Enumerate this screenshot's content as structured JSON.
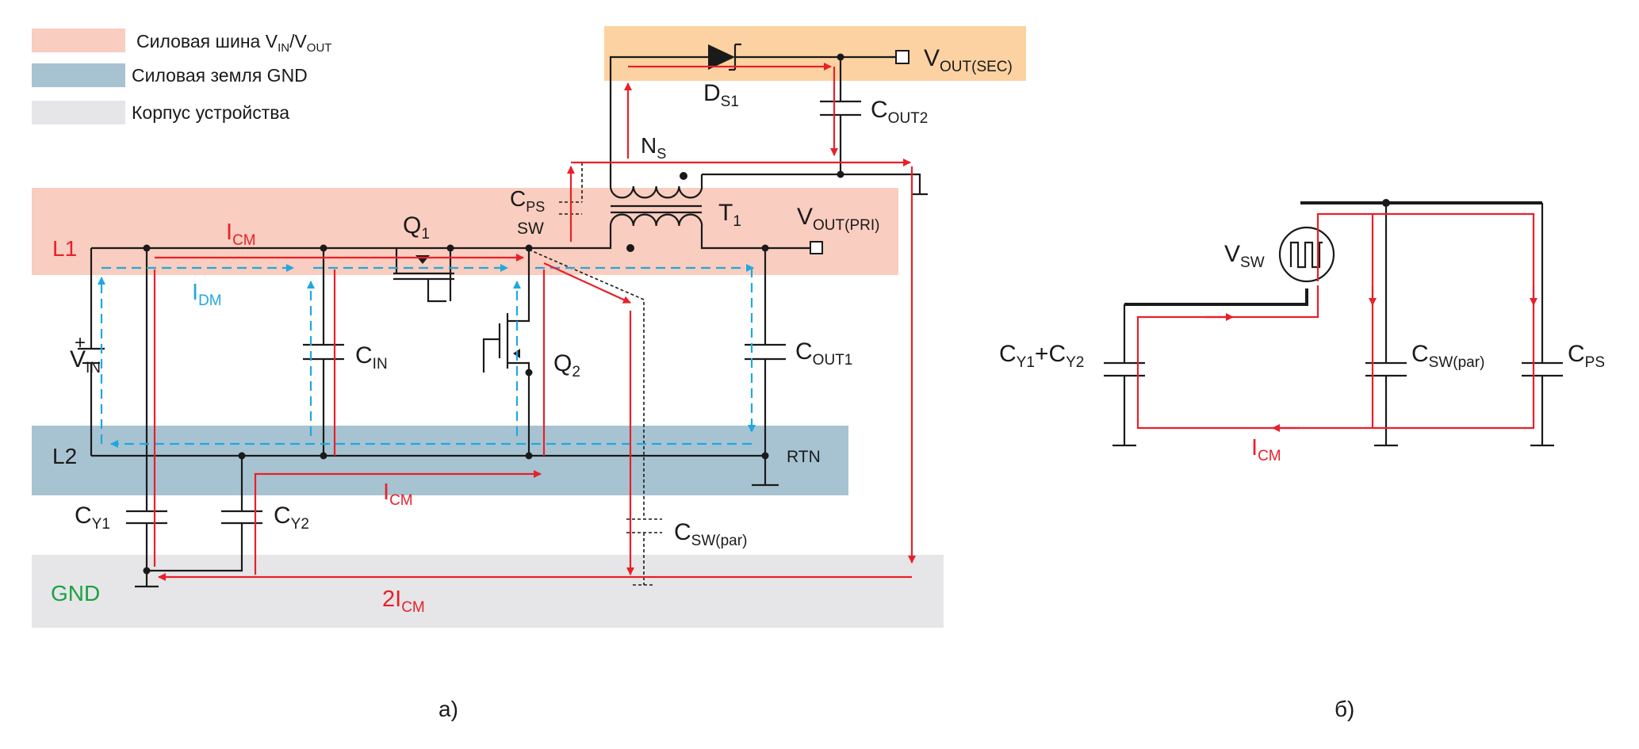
{
  "legend": {
    "power_bus": {
      "text": "Силовая шина V",
      "sub1": "IN",
      "mid": "/V",
      "sub2": "OUT",
      "color": "#f9cdbf"
    },
    "power_ground": {
      "text": "Силовая земля GND",
      "color": "#a7c3d2"
    },
    "chassis": {
      "text": "Корпус устройства",
      "color": "#e6e6e8"
    }
  },
  "secondary_band_color": "#fcd2a2",
  "diagram_a": {
    "caption": "а)",
    "rail_l1": "L1",
    "rail_l2": "L2",
    "chassis_label": "GND",
    "rtn_label": "RTN",
    "vin": {
      "main": "V",
      "sub": "IN"
    },
    "cin": {
      "main": "C",
      "sub": "IN"
    },
    "cout1": {
      "main": "C",
      "sub": "OUT1"
    },
    "cout2": {
      "main": "C",
      "sub": "OUT2"
    },
    "cy1": {
      "main": "C",
      "sub": "Y1"
    },
    "cy2": {
      "main": "C",
      "sub": "Y2"
    },
    "cps": {
      "main": "C",
      "sub": "PS"
    },
    "csw": {
      "main": "C",
      "sub": "SW(par)"
    },
    "q1": {
      "main": "Q",
      "sub": "1"
    },
    "q2": {
      "main": "Q",
      "sub": "2"
    },
    "t1": {
      "main": "T",
      "sub": "1"
    },
    "ns": {
      "main": "N",
      "sub": "S"
    },
    "ds1": {
      "main": "D",
      "sub": "S1"
    },
    "sw": "SW",
    "vout_pri": {
      "main": "V",
      "sub": "OUT(PRI)"
    },
    "vout_sec": {
      "main": "V",
      "sub": "OUT(SEC)"
    },
    "icm_top": {
      "main": "I",
      "sub": "CM"
    },
    "idm": {
      "main": "I",
      "sub": "DM"
    },
    "icm_bottom": {
      "main": "I",
      "sub": "CM"
    },
    "icm_2x": {
      "main": "2I",
      "sub": "CM"
    }
  },
  "diagram_b": {
    "caption": "б)",
    "vsw": {
      "main": "V",
      "sub": "SW"
    },
    "cy_sum": {
      "m1": "C",
      "s1": "Y1",
      "m2": "+C",
      "s2": "Y2"
    },
    "csw": {
      "main": "C",
      "sub": "SW(par)"
    },
    "cps": {
      "main": "C",
      "sub": "PS"
    },
    "icm": {
      "main": "I",
      "sub": "CM"
    }
  },
  "colors": {
    "common_mode_current": "#e8202a",
    "differential_current": "#1fa8e0",
    "wire": "#1a1a1a",
    "chassis_label": "#1aa245"
  }
}
